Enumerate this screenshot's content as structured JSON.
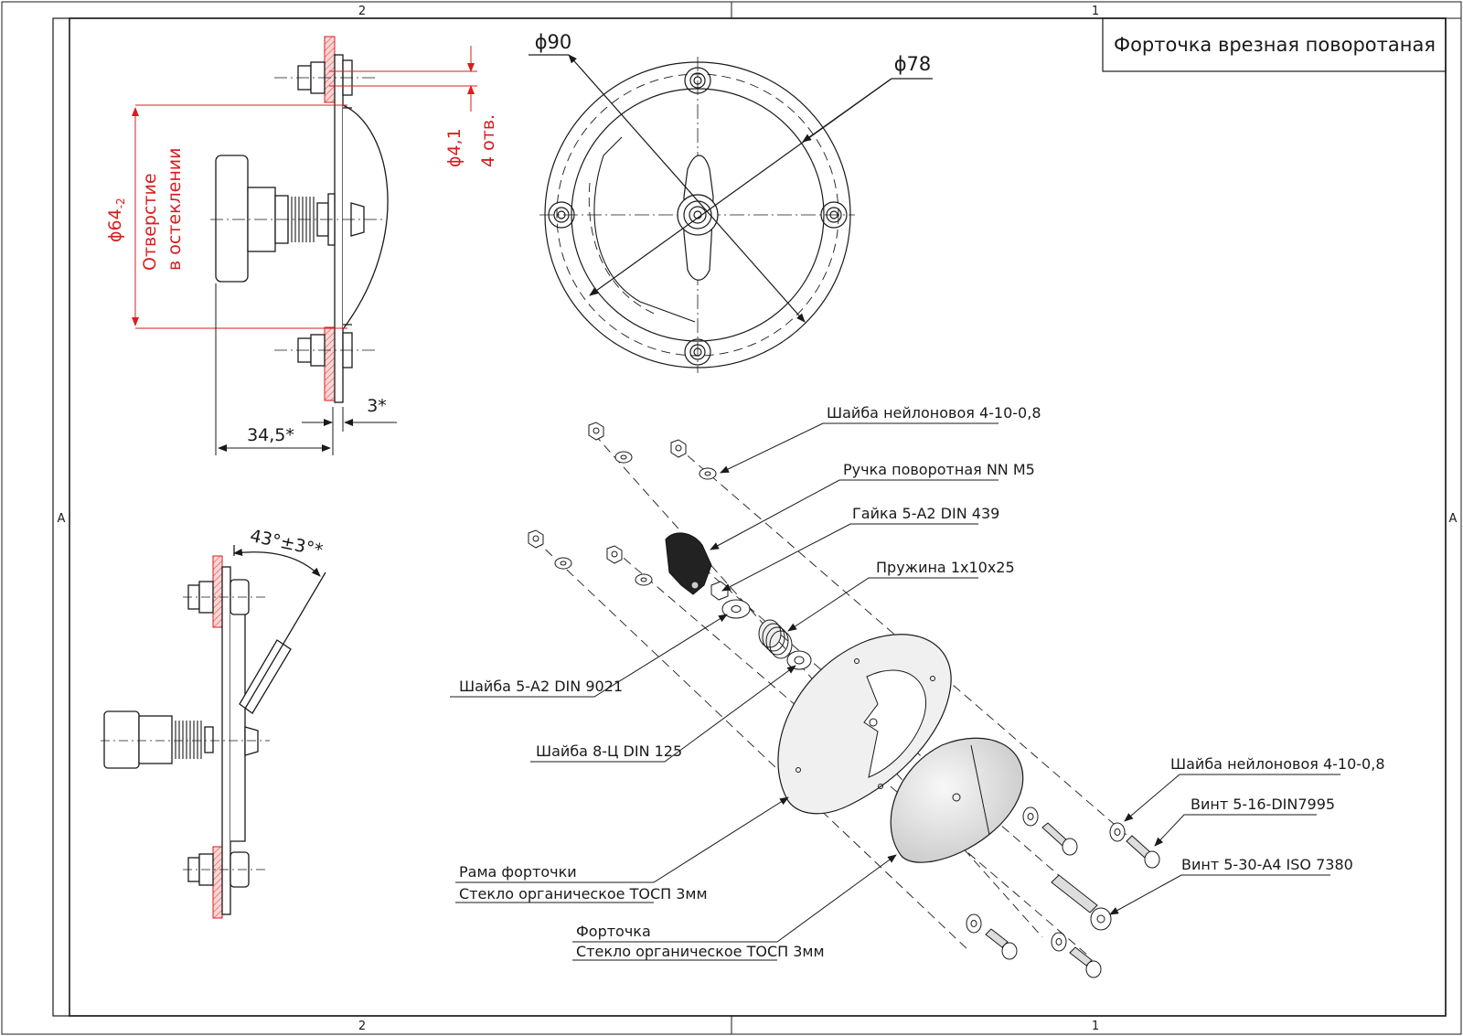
{
  "title_block": {
    "title": "Форточка врезная поворотаная"
  },
  "zones": {
    "top_left": "2",
    "top_right": "1",
    "bottom_left": "2",
    "bottom_right": "1",
    "left": "A",
    "right": "A"
  },
  "side_view": {
    "hole_diameter_label": "ϕ64",
    "hole_diameter_tolerance": "-2",
    "hole_note_line1": "Отверстие",
    "hole_note_line2": "в остеклении",
    "bolt_hole_label": "ϕ4,1",
    "bolt_hole_count": "4 отв.",
    "depth_label": "34,5*",
    "thickness_label": "3*"
  },
  "front_view": {
    "outer_diameter": "ϕ90",
    "inner_diameter": "ϕ78"
  },
  "open_view": {
    "angle_label": "43°±3°*"
  },
  "exploded_view": {
    "callouts": [
      "Шайба нейлоновоя 4-10-0,8",
      "Ручка поворотная NN M5",
      "Гайка 5-A2 DIN 439",
      "Пружина 1x10x25",
      "Шайба 5-A2 DIN 9021",
      "Шайба 8-Ц DIN 125",
      "Шайба нейлоновоя 4-10-0,8",
      "Винт 5-16-DIN7995",
      "Винт 5-30-A4 ISO 7380"
    ],
    "frame_label": "Рама форточки",
    "frame_material": "Стекло органическое ТОСП 3мм",
    "sash_label": "Форточка",
    "sash_material": "Стекло органическое ТОСП 3мм"
  },
  "colors": {
    "line": "#1a1a1a",
    "dimension_red": "#d81e1e",
    "hatch": "#e05a5a"
  }
}
